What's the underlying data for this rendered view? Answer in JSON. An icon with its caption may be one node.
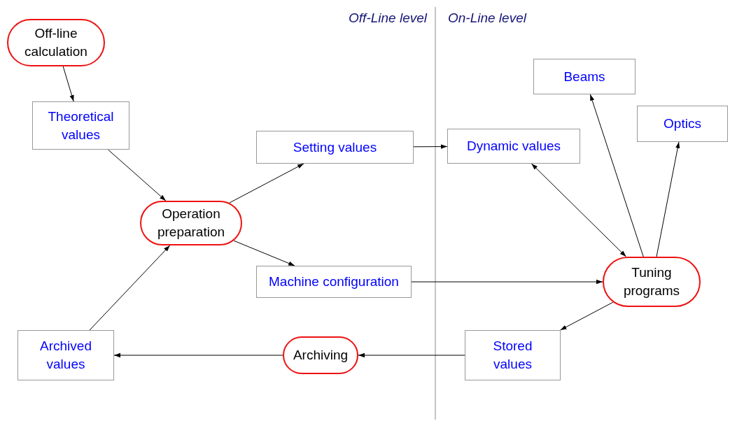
{
  "diagram": {
    "nodes": [
      {
        "text": [
          "Off-line calculation"
        ]
      },
      {
        "text": [
          "Theoretical values"
        ]
      },
      {
        "text": [
          "Operation preparation"
        ]
      },
      {
        "text": [
          "Setting values"
        ]
      },
      {
        "text": [
          "Machine configuration"
        ]
      },
      {
        "text": [
          "Archived values"
        ]
      },
      {
        "text": [
          "Archiving"
        ]
      },
      {
        "text": [
          "Stored values"
        ]
      },
      {
        "text": [
          "Tuning programs"
        ]
      },
      {
        "text": [
          "Dynamic values"
        ]
      },
      {
        "text": [
          "Beams"
        ]
      },
      {
        "text": [
          "Optics"
        ]
      }
    ],
    "edges": [
      {
        "from": 0,
        "to": 1,
        "arrow": "to"
      },
      {
        "from": 1,
        "to": 2,
        "arrow": "to"
      },
      {
        "from": 2,
        "to": 3,
        "arrow": "to"
      },
      {
        "from": 2,
        "to": 4,
        "arrow": "to"
      },
      {
        "from": 3,
        "to": 9,
        "arrow": "to"
      },
      {
        "from": 4,
        "to": 8,
        "arrow": "to"
      },
      {
        "from": 8,
        "to": 7,
        "arrow": "to"
      },
      {
        "from": 7,
        "to": 6,
        "arrow": "to"
      },
      {
        "from": 6,
        "to": 5,
        "arrow": "to"
      },
      {
        "from": 5,
        "to": 2,
        "arrow": "to"
      },
      {
        "from": 9,
        "to": 8,
        "arrow": "both"
      },
      {
        "from": 8,
        "to": 10,
        "arrow": "to"
      },
      {
        "from": 8,
        "to": 11,
        "arrow": "to"
      }
    ],
    "labels": [
      "Off-Line level",
      "On-Line level"
    ]
  }
}
